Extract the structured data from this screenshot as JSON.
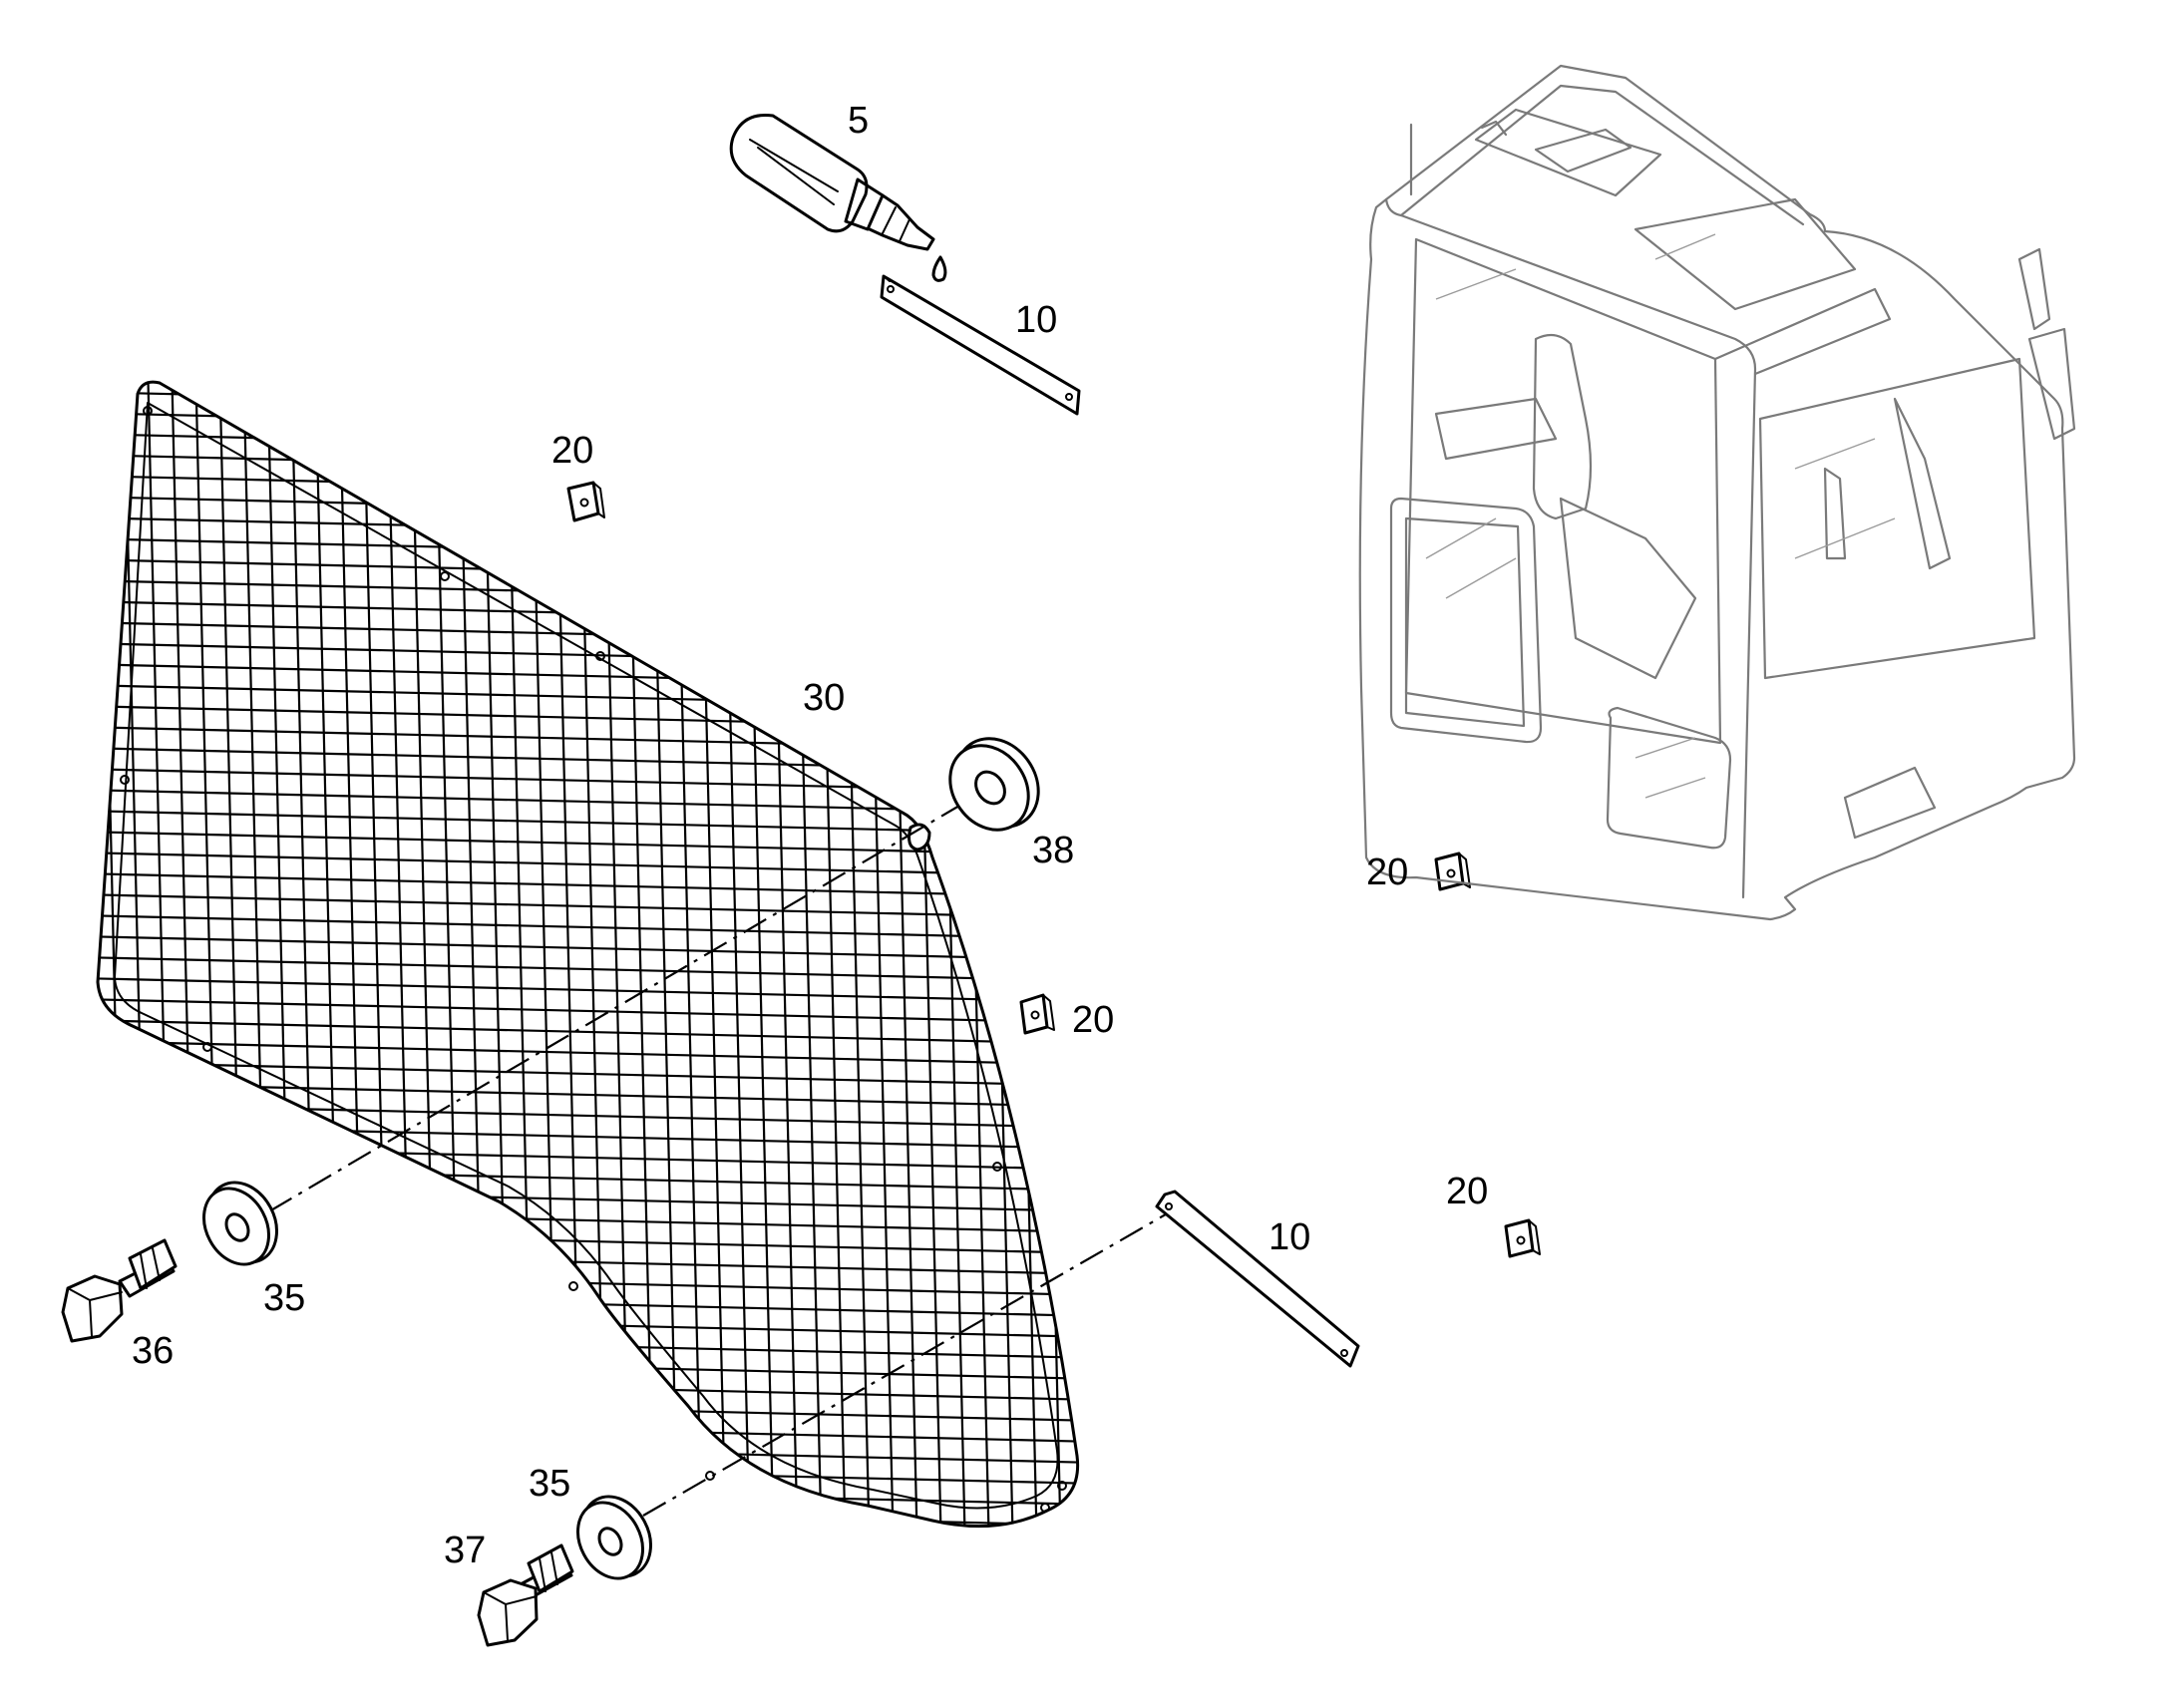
{
  "callouts": {
    "sealant": "5",
    "strip_top": "10",
    "strip_bottom": "10",
    "clip_a": "20",
    "clip_b": "20",
    "clip_c": "20",
    "clip_d": "20",
    "grid_guard": "30",
    "washer_top": "38",
    "washer_left": "35",
    "washer_bottom": "35",
    "bolt_left": "36",
    "bolt_bottom": "37"
  }
}
